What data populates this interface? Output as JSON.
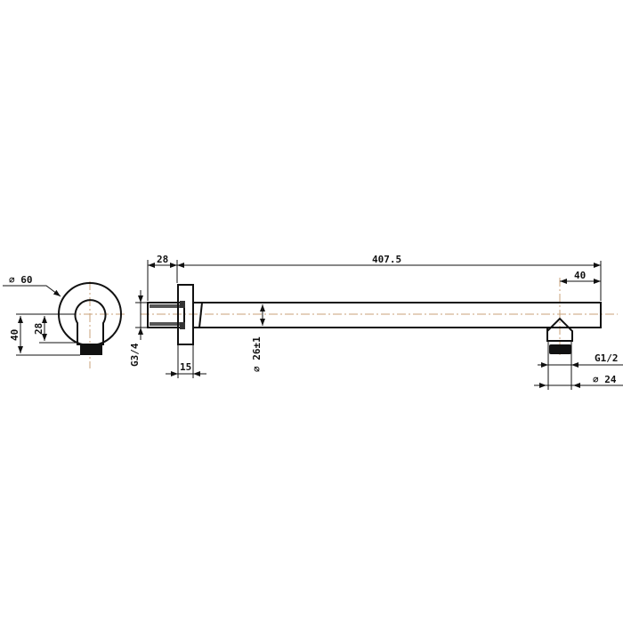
{
  "drawing": {
    "side_view": {
      "outer_diameter": "⌀ 60",
      "height_40": "40",
      "height_28": "28"
    },
    "arm_view": {
      "flange_depth": "28",
      "arm_length": "407.5",
      "outlet_offset": "40",
      "inlet_thread": "G3/4",
      "thread_length": "15",
      "tube_diameter": "⌀ 26±1",
      "outlet_thread": "G1/2",
      "outlet_diameter": "⌀ 24"
    },
    "colors": {
      "line": "#111111",
      "centerline": "#c9a27a"
    }
  }
}
